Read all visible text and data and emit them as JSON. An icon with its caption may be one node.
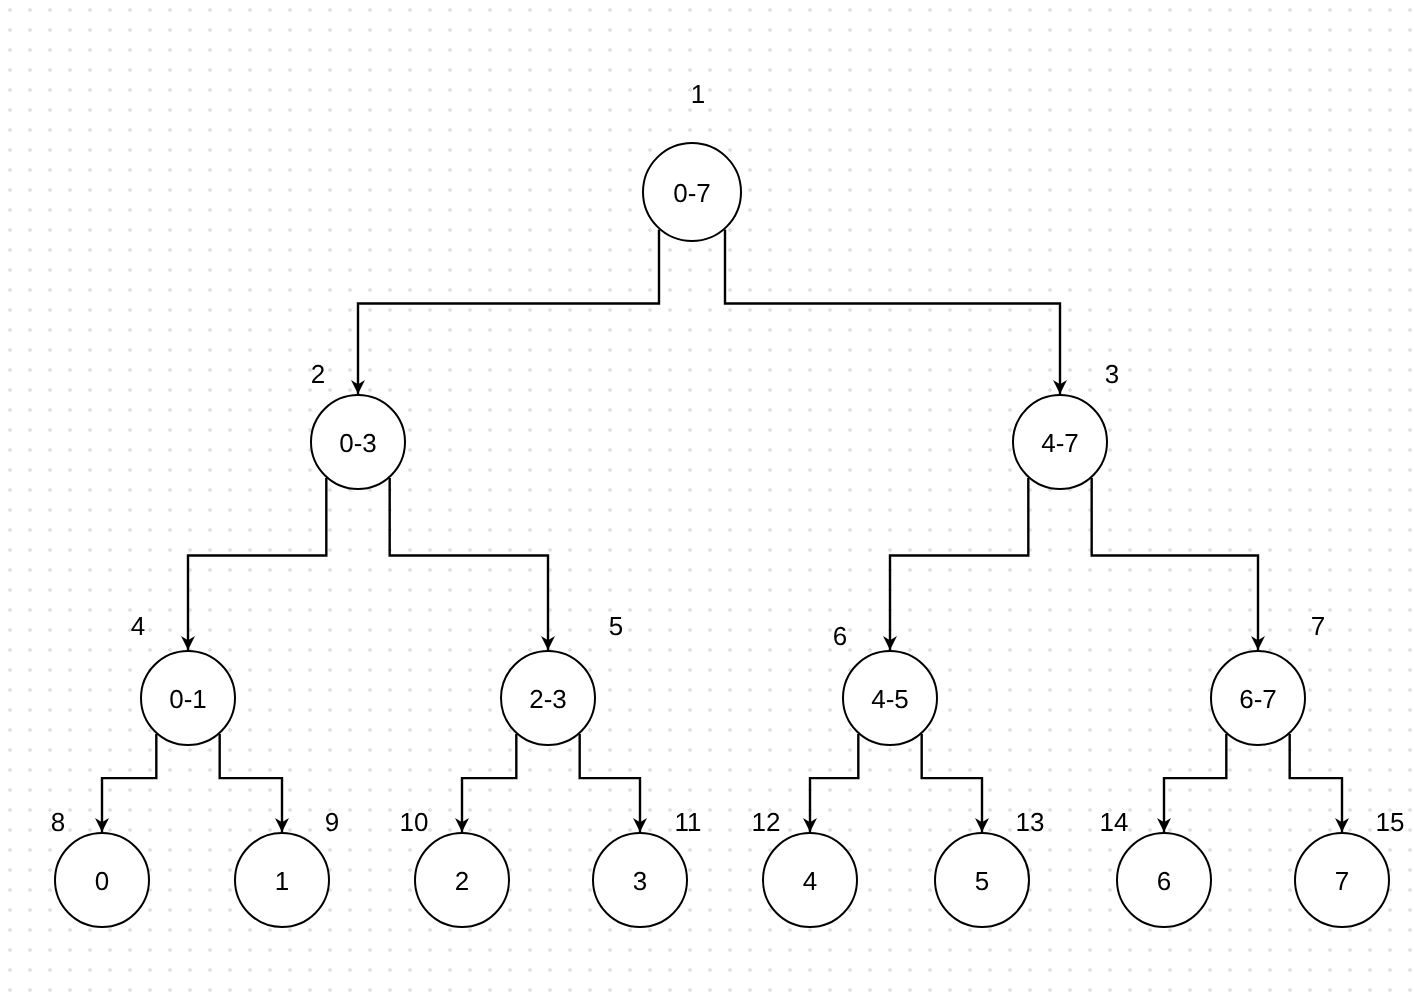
{
  "diagram": {
    "nodes": [
      {
        "text": [
          "0-7"
        ],
        "beside": [
          "1"
        ]
      },
      {
        "text": [
          "0-3"
        ],
        "beside": [
          "2"
        ]
      },
      {
        "text": [
          "4-7"
        ],
        "beside": [
          "3"
        ]
      },
      {
        "text": [
          "0-1"
        ],
        "beside": [
          "4"
        ]
      },
      {
        "text": [
          "2-3"
        ],
        "beside": [
          "5"
        ]
      },
      {
        "text": [
          "4-5"
        ],
        "beside": [
          "6"
        ]
      },
      {
        "text": [
          "6-7"
        ],
        "beside": [
          "7"
        ]
      },
      {
        "text": [
          "0"
        ],
        "beside": [
          "8"
        ]
      },
      {
        "text": [
          "1"
        ],
        "beside": [
          "9"
        ]
      },
      {
        "text": [
          "2"
        ],
        "beside": [
          "10"
        ]
      },
      {
        "text": [
          "3"
        ],
        "beside": [
          "11"
        ]
      },
      {
        "text": [
          "4"
        ],
        "beside": [
          "12"
        ]
      },
      {
        "text": [
          "5"
        ],
        "beside": [
          "13"
        ]
      },
      {
        "text": [
          "6"
        ],
        "beside": [
          "14"
        ]
      },
      {
        "text": [
          "7"
        ],
        "beside": [
          "15"
        ]
      }
    ],
    "edges": [
      {
        "from": 0,
        "to": 1,
        "arrow": "to"
      },
      {
        "from": 0,
        "to": 2,
        "arrow": "to"
      },
      {
        "from": 1,
        "to": 3,
        "arrow": "to"
      },
      {
        "from": 1,
        "to": 4,
        "arrow": "to"
      },
      {
        "from": 2,
        "to": 5,
        "arrow": "to"
      },
      {
        "from": 2,
        "to": 6,
        "arrow": "to"
      },
      {
        "from": 3,
        "to": 7,
        "arrow": "to"
      },
      {
        "from": 3,
        "to": 8,
        "arrow": "to"
      },
      {
        "from": 4,
        "to": 9,
        "arrow": "to"
      },
      {
        "from": 4,
        "to": 10,
        "arrow": "to"
      },
      {
        "from": 5,
        "to": 11,
        "arrow": "to"
      },
      {
        "from": 5,
        "to": 12,
        "arrow": "to"
      },
      {
        "from": 6,
        "to": 13,
        "arrow": "to"
      },
      {
        "from": 6,
        "to": 14,
        "arrow": "to"
      }
    ]
  }
}
